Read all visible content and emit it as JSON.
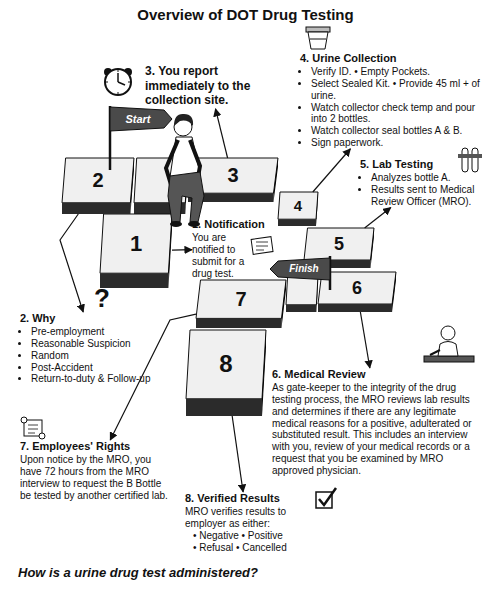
{
  "diagram": {
    "title": "Overview of DOT Drug Testing",
    "caption": "How is a urine drug test administered?",
    "nodes": [
      {
        "text": [
          "1"
        ]
      },
      {
        "text": [
          "1. Notification",
          "You are notified to submit for a drug test."
        ]
      },
      {
        "text": [
          "2"
        ]
      },
      {
        "text": [
          "2. Why",
          "Pre-employment",
          "Reasonable Suspicion",
          "Random",
          "Post-Accident",
          "Return-to-duty & Follow-up"
        ]
      },
      {
        "text": [
          "3"
        ]
      },
      {
        "text": [
          "3. You report immediately to the collection site."
        ]
      },
      {
        "text": [
          "4"
        ]
      },
      {
        "text": [
          "4. Urine Collection",
          "Verify ID. • Empty Pockets.",
          "Select Sealed Kit. • Provide 45 ml + of urine.",
          "Watch collector check temp and pour into 2 bottles.",
          "Watch collector seal bottles A & B.",
          "Sign paperwork."
        ]
      },
      {
        "text": [
          "5"
        ]
      },
      {
        "text": [
          "5. Lab Testing",
          "Analyzes bottle A.",
          "Results sent to Medical Review Officer (MRO)."
        ]
      },
      {
        "text": [
          "6"
        ]
      },
      {
        "text": [
          "6. Medical Review",
          "As gate-keeper to the integrity of the drug testing process, the MRO reviews lab results and determines if there are any legitimate medical reasons for a positive, adulterated or substituted result. This includes an interview with you, review of your medical records or a request that you be examined by MRO approved physician."
        ]
      },
      {
        "text": [
          "7"
        ]
      },
      {
        "text": [
          "7. Employees' Rights",
          "Upon notice by the MRO, you have 72 hours from the MRO interview to request the B Bottle be tested by another certified lab."
        ]
      },
      {
        "text": [
          "8"
        ]
      },
      {
        "text": [
          "8. Verified Results",
          "MRO verifies results to employer as either:",
          "• Negative • Positive",
          "• Refusal • Cancelled"
        ]
      }
    ],
    "edges": [
      {
        "from": 0,
        "to": 1,
        "arrow": "to"
      },
      {
        "from": 2,
        "to": 3,
        "arrow": "to"
      },
      {
        "from": 4,
        "to": 5,
        "arrow": "to"
      },
      {
        "from": 6,
        "to": 7,
        "arrow": "to"
      },
      {
        "from": 8,
        "to": 9,
        "arrow": "to"
      },
      {
        "from": 10,
        "to": 11,
        "arrow": "to"
      },
      {
        "from": 12,
        "to": 13,
        "arrow": "to"
      },
      {
        "from": 14,
        "to": 15,
        "arrow": "to"
      }
    ],
    "labels": [
      "Start",
      "Finish",
      "?"
    ]
  }
}
